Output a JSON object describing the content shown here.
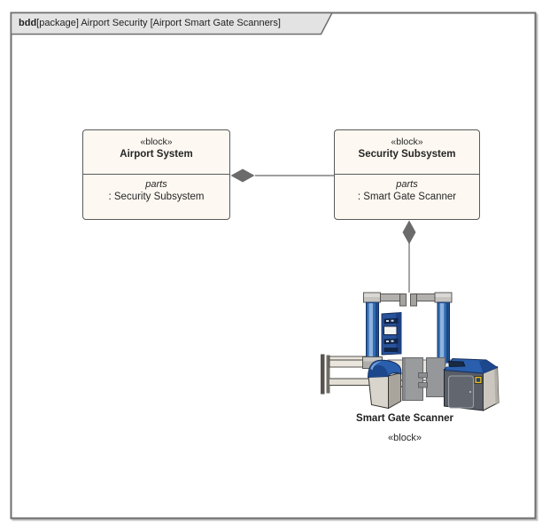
{
  "frame": {
    "tab": {
      "keyword": "bdd",
      "title": "[package] Airport Security [Airport Smart Gate Scanners]"
    }
  },
  "blocks": {
    "airport_system": {
      "stereotype": "«block»",
      "name": "Airport System",
      "compartment_label": "parts",
      "part": ": Security Subsystem"
    },
    "security_subsystem": {
      "stereotype": "«block»",
      "name": "Security Subsystem",
      "compartment_label": "parts",
      "part": ": Smart Gate Scanner"
    }
  },
  "artifact": {
    "name": "Smart Gate Scanner",
    "stereotype": "«block»"
  },
  "connectors": [
    {
      "type": "composition",
      "from": "Airport System",
      "to": "Security Subsystem"
    },
    {
      "type": "composition",
      "from": "Security Subsystem",
      "to": "Smart Gate Scanner"
    }
  ],
  "colors": {
    "frame_border": "#6e6e6e",
    "frame_shadow": "#c4c4c4",
    "tab_fill": "#e3e3e3",
    "block_fill": "#fdf8f1",
    "block_border": "#5a5a5a",
    "connector": "#7f7f7f",
    "diamond": "#6b6b6b",
    "text": "#1f1f1f",
    "scanner_blue": "#2e6cb5",
    "scanner_navy": "#1d478d",
    "scanner_panel": "#29539b",
    "scanner_gray": "#9a9b9c",
    "badge_yellow": "#e7bd1d"
  }
}
